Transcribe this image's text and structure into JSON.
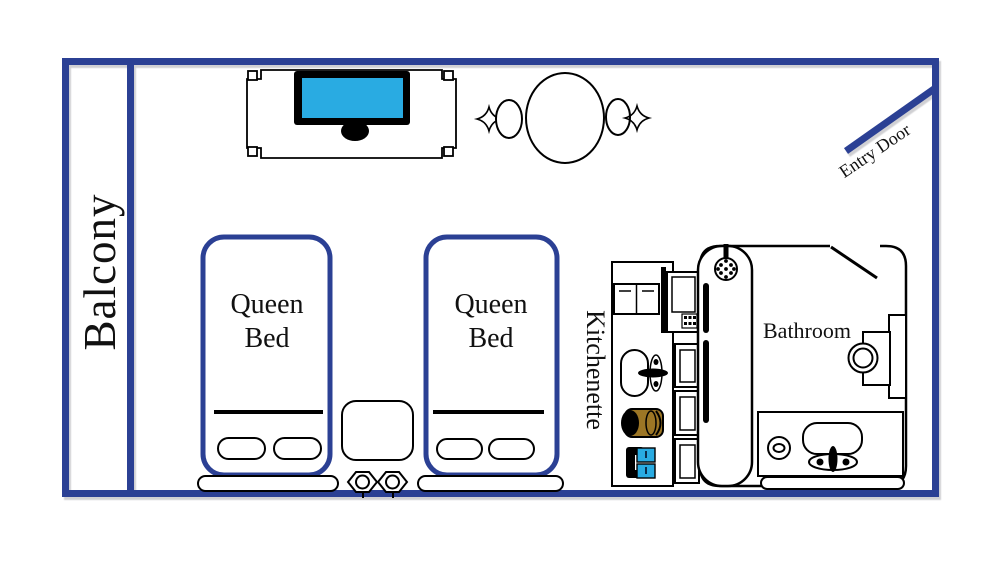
{
  "room_labels": {
    "balcony": "Balcony",
    "queen_bed_1": "Queen Bed",
    "queen_bed_2": "Queen Bed",
    "kitchenette": "Kitchenette",
    "bathroom": "Bathroom",
    "entry_door": "Entry Door"
  },
  "colors": {
    "wall_blue": "#2b4094",
    "tv_screen_cyan": "#29abe2",
    "coffee_cups_blue": "#29abe2",
    "kettle_brown": "#9c7625",
    "linework_black": "#000000",
    "background_white": "#ffffff"
  },
  "furniture_icons": [
    "tv-console-icon",
    "tv-icon",
    "dining-table-icon",
    "chair-icon",
    "sparkle-icon",
    "queen-bed-icon",
    "pillow-icon",
    "headboard-icon",
    "nightstand-icon",
    "wall-lamp-icon",
    "kitchen-counter-icon",
    "cabinet-icon",
    "microwave-icon",
    "sink-icon",
    "faucet-icon",
    "kettle-icon",
    "coffee-machine-icon",
    "shower-stall-icon",
    "shower-head-icon",
    "toilet-icon",
    "vanity-sink-icon",
    "door-swing-icon"
  ]
}
